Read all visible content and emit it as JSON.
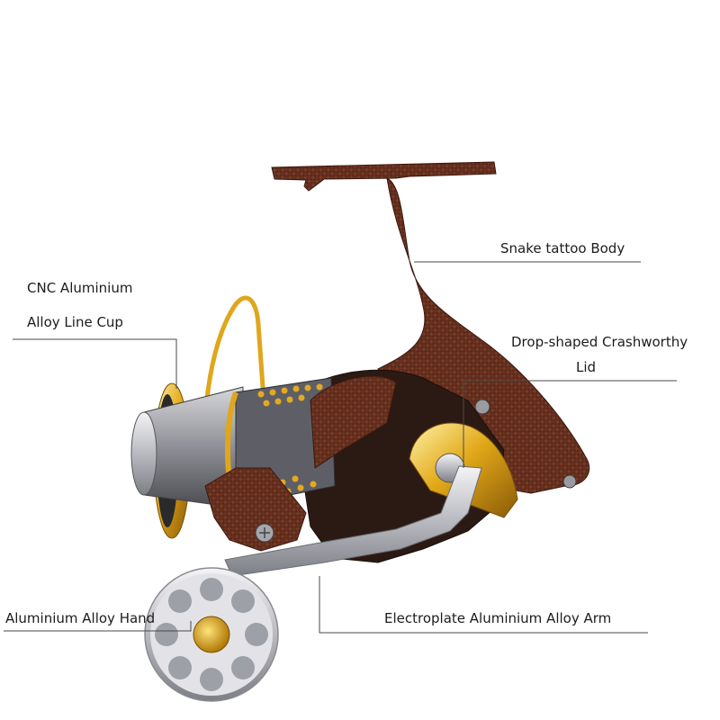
{
  "callouts": {
    "body": "Snake tattoo Body",
    "line_cup_line1": "CNC Aluminium",
    "line_cup_line2": "Alloy Line Cup",
    "lid_line1": "Drop-shaped Crashworthy",
    "lid_line2": "Lid",
    "handle": "Aluminium Alloy Hand",
    "arm": "Electroplate Aluminium Alloy Arm"
  },
  "colors": {
    "background": "#ffffff",
    "body_brown": "#5a2a1c",
    "gold": "#d9a21a",
    "silver": "#c8c8cc"
  }
}
